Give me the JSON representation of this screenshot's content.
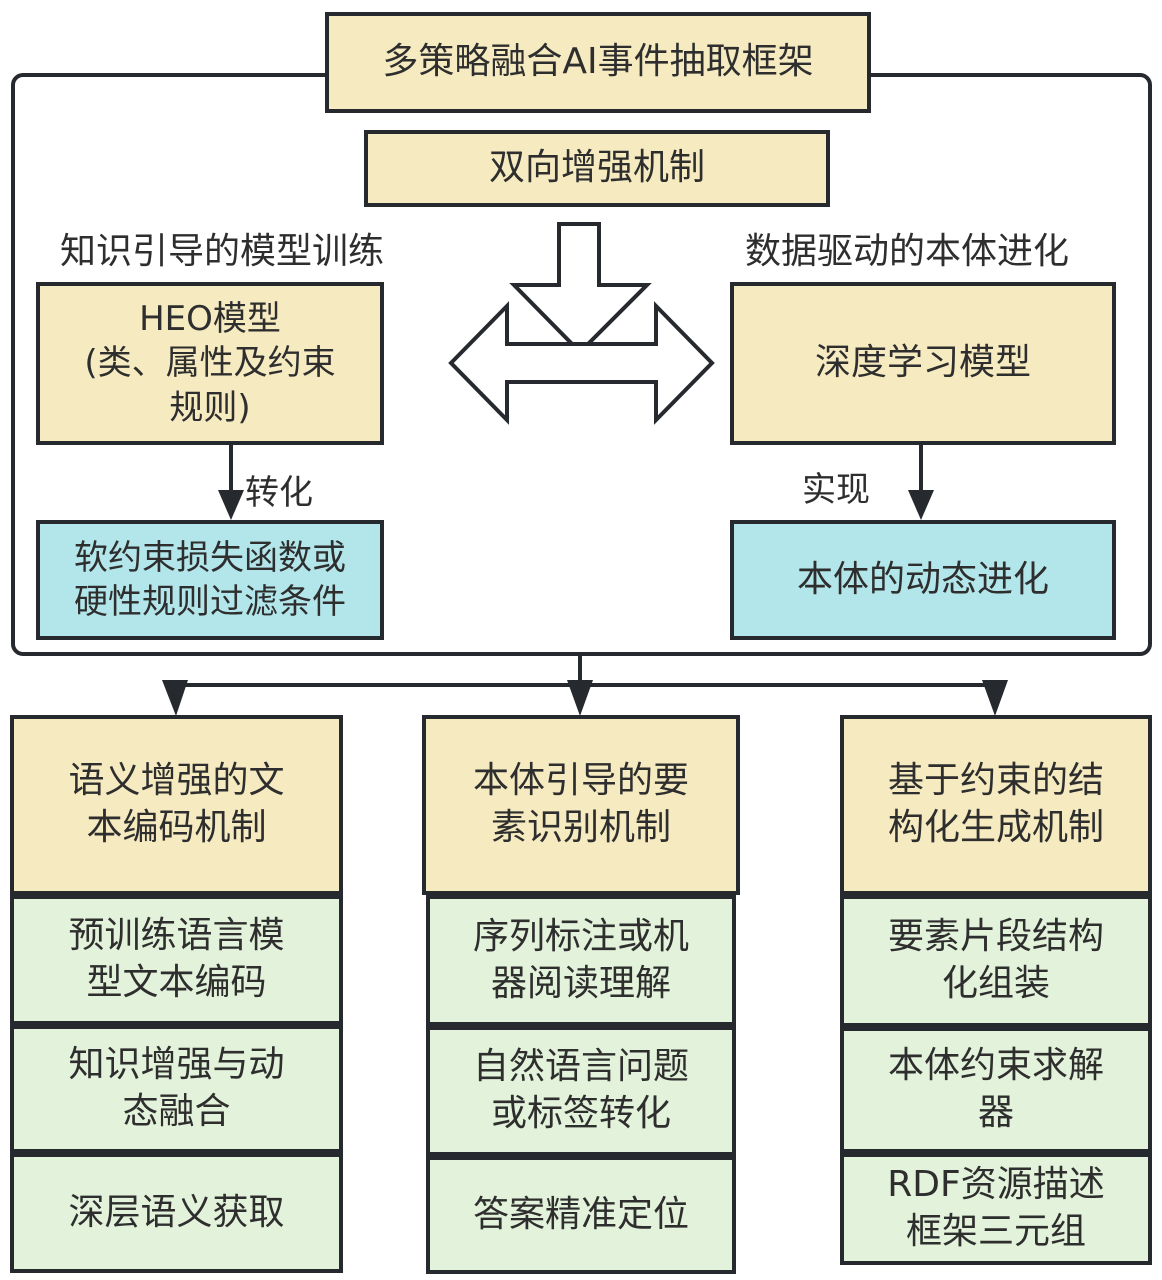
{
  "title": "多策略融合AI事件抽取框架",
  "mechanism": "双向增强机制",
  "left": {
    "heading": "知识引导的模型训练",
    "model_box": "HEO模型\n(类、属性及约束\n规则)",
    "arrow_label": "转化",
    "result_box": "软约束损失函数或\n硬性规则过滤条件"
  },
  "right": {
    "heading": "数据驱动的本体进化",
    "model_box": "深度学习模型",
    "arrow_label": "实现",
    "result_box": "本体的动态进化"
  },
  "columns": [
    {
      "header": "语义增强的文\n本编码机制",
      "items": [
        "预训练语言模\n型文本编码",
        "知识增强与动\n态融合",
        "深层语义获取"
      ]
    },
    {
      "header": "本体引导的要\n素识别机制",
      "items": [
        "序列标注或机\n器阅读理解",
        "自然语言问题\n或标签转化",
        "答案精准定位"
      ]
    },
    {
      "header": "基于约束的结\n构化生成机制",
      "items": [
        "要素片段结构\n化组装",
        "本体约束求解\n器",
        "RDF资源描述\n框架三元组"
      ]
    }
  ],
  "colors": {
    "primary_box": "#f5eac0",
    "result_box": "#b3e6ea",
    "sub_box": "#e3f2da",
    "stroke": "#262a2e"
  }
}
